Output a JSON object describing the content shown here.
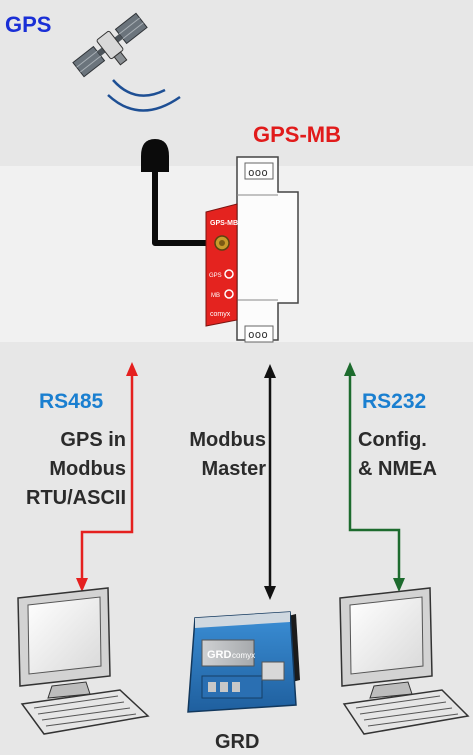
{
  "title_gps": "GPS",
  "device_title": "GPS-MB",
  "device": {
    "label": "GPS-MB",
    "led_gps": "GPS",
    "led_mb": "MB",
    "brand": "comyx",
    "terminal": "ooo"
  },
  "left_link": {
    "protocol": "RS485",
    "lines": [
      "GPS in",
      "Modbus",
      "RTU/ASCII"
    ]
  },
  "center_link": {
    "lines": [
      "Modbus",
      "Master"
    ]
  },
  "right_link": {
    "protocol": "RS232",
    "lines": [
      "Config.",
      "& NMEA"
    ]
  },
  "grd": {
    "caption": "GRD",
    "front_label": "GRD",
    "brand": "comyx"
  },
  "colors": {
    "gps_blue": "#1a2fd6",
    "device_red": "#e11b1b",
    "protocol_blue": "#1a7fd0",
    "arrow_red": "#e5201f",
    "arrow_black": "#111111",
    "arrow_green": "#1d6b2e"
  }
}
